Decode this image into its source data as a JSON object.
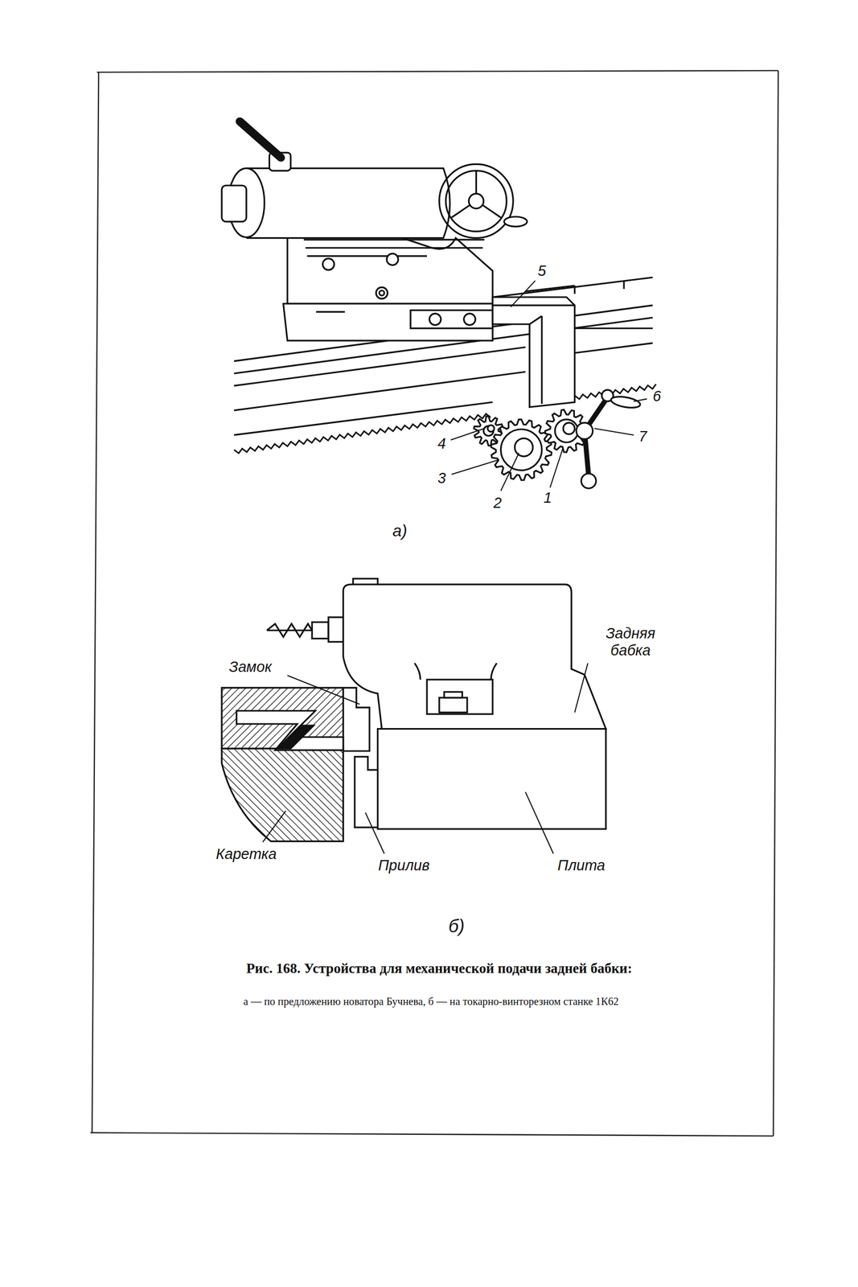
{
  "diagram": {
    "caption": "Рис. 168. Устройства для механической подачи задней бабки:",
    "labels": [
      "5",
      "6",
      "7",
      "4",
      "3",
      "2",
      "1",
      "а)",
      "Задняя бабка",
      "Замок",
      "Каретка",
      "Прилив",
      "Плита",
      "б)",
      "а — по предложению новатора Бучнева, б — на токарно-винторезном станке 1К62"
    ]
  }
}
